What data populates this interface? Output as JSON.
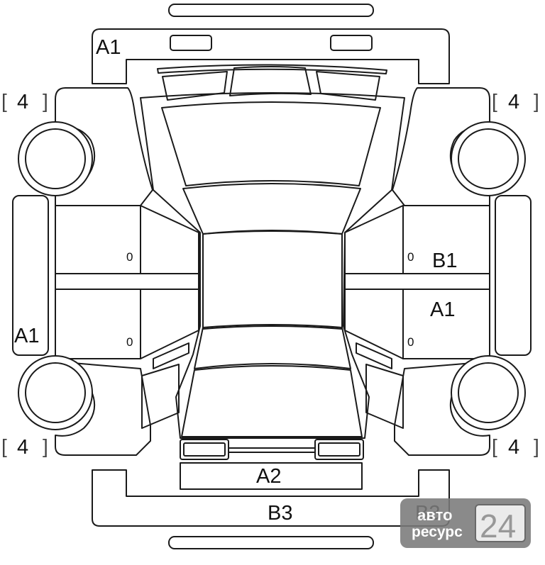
{
  "diagram": {
    "damage_codes": {
      "front_bumper": "A1",
      "left_sill": "A1",
      "right_rear_door": "A1",
      "right_front_door": "B1",
      "rear_panel": "A2",
      "rear_bumper": "B3",
      "rear_bumper_right": "B3"
    },
    "tyre_depth": {
      "front_left": "4",
      "front_right": "4",
      "rear_left": "4",
      "rear_right": "4"
    },
    "bracket_left": "[",
    "bracket_right": "]",
    "door_marks": {
      "left_front": "0",
      "left_rear": "0",
      "right_front": "0",
      "right_rear": "0"
    }
  },
  "watermark": {
    "line1": "авто",
    "line2": "ресурс",
    "number": "24",
    "bg_color": "#7a7a7a"
  }
}
